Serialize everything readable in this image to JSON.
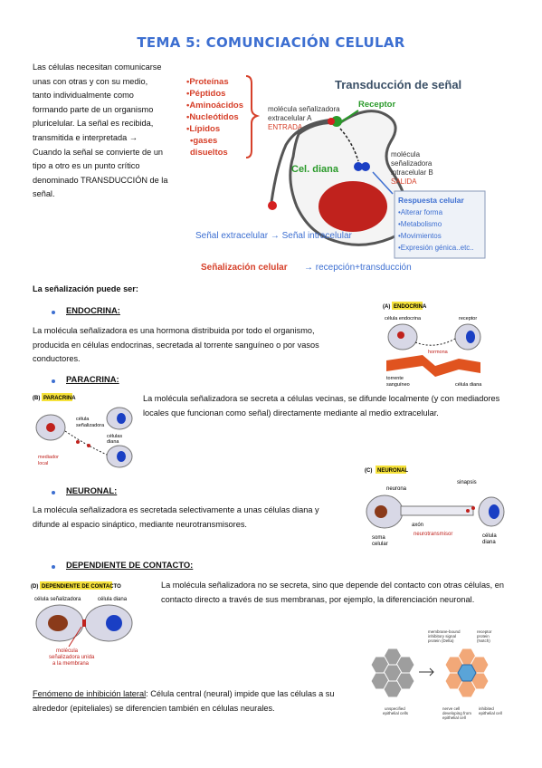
{
  "title": "TEMA 5: COMUNCIACIÓN CELULAR",
  "intro": {
    "lines": [
      "Las células necesitan comunicarse",
      "unas con otras y con su medio,",
      "tanto individualmente como",
      "formando parte de un organismo",
      "pluricelular. La señal es recibida,",
      "transmitida e interpretada →",
      "Cuando la señal se convierte de un",
      "tipo a otro es un punto crítico",
      "denominado TRANSDUCCIÓN de la",
      "señal."
    ]
  },
  "figure_main": {
    "list": [
      "•Proteínas",
      "•Péptidos",
      "•Aminoácidos",
      "•Nucleótidos",
      "•Lípidos",
      "•gases",
      "disueltos"
    ],
    "heading": "Transducción de señal",
    "receptor": "Receptor",
    "mol_a_1": "molécula señalizadora",
    "mol_a_2": "extracelular A",
    "entrada": "ENTRADA",
    "cel_diana": "Cel. diana",
    "mol_b_1": "molécula",
    "mol_b_2": "señalizadora",
    "mol_b_3": "intracelular B",
    "salida": "SALIDA",
    "respuesta_title": "Respuesta celular",
    "respuesta_items": [
      "•Alterar forma",
      "•Metabolismo",
      "•Movimientos",
      "•Expresión génica..etc.."
    ],
    "extra_intra": "Señal extracelular → Señal intracelular",
    "senalizacion_bold": "Señalización celular",
    "senalizacion_rest": " → recepción+transducción"
  },
  "section_intro": "La señalización puede ser:",
  "endocrina": {
    "label": "ENDOCRINA:",
    "text": "La molécula señalizadora es una hormona distribuida por todo el organismo, producida en células endocrinas, secretada al torrente sanguíneo o por vasos conductores.",
    "fig": {
      "tag": "(A)",
      "name": "ENDOCRINA",
      "c1": "célula endocrina",
      "rec": "receptor",
      "horm": "hormona",
      "torr1": "torrente",
      "torr2": "sanguíneo",
      "diana": "célula diana"
    }
  },
  "paracrina": {
    "label": "PARACRINA:",
    "text": "La molécula señalizadora se secreta a células vecinas, se difunde localmente (y con mediadores locales que funcionan como señal) directamente mediante al medio extracelular.",
    "fig": {
      "tag": "(B)",
      "name": "PARACRINA",
      "c1": "célula",
      "c2": "señalizadora",
      "d1": "células",
      "d2": "diana",
      "m1": "mediador",
      "m2": "local"
    }
  },
  "neuronal": {
    "label": "NEURONAL:",
    "text": "La molécula señalizadora es secretada selectivamente a unas células diana y difunde al espacio sináptico, mediante neurotransmisores.",
    "fig": {
      "tag": "(C)",
      "name": "NEURONAL",
      "neurona": "neurona",
      "sinapsis": "sinapsis",
      "axon": "axón",
      "soma1": "soma",
      "soma2": "celular",
      "neuro": "neurotransmisor",
      "d1": "célula",
      "d2": "diana"
    }
  },
  "contacto": {
    "label": "DEPENDIENTE DE CONTACTO:",
    "text": "La molécula señalizadora no se secreta, sino que depende del contacto con otras células, en contacto directo a través de sus membranas, por ejemplo, la diferenciación neuronal.",
    "fig": {
      "tag": "(D)",
      "name": "DEPENDIENTE DE CONTACTO",
      "c1": "célula señalizadora",
      "c2": "célula diana",
      "m1": "molécula",
      "m2": "señalizadora unida",
      "m3": "a la membrana"
    }
  },
  "lateral": {
    "label": "Fenómeno de inhibición lateral",
    "text": ": Célula central (neural) impide que las células a su alrededor (epiteliales) se diferencien también en células neurales.",
    "fig": {
      "t1": "membrane-bound",
      "t2": "inhibitory signal",
      "t3": "protein (Delta)",
      "t4": "receptor",
      "t5": "protein",
      "t6": "(Notch)",
      "b1": "unspecified",
      "b2": "epithelial cells",
      "b3": "nerve cell",
      "b4": "developing from",
      "b5": "epithelial cell",
      "b6": "inhibited",
      "b7": "epithelial cell"
    }
  }
}
